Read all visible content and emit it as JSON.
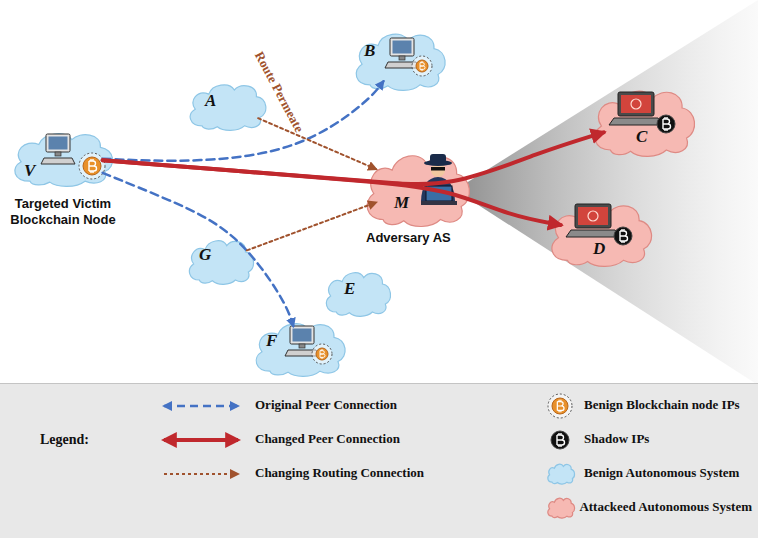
{
  "diagram": {
    "nodes": [
      {
        "text": [
          "V",
          "Targeted Victim Blockchain Node"
        ]
      },
      {
        "text": [
          "A"
        ]
      },
      {
        "text": [
          "B"
        ]
      },
      {
        "text": [
          "G"
        ]
      },
      {
        "text": [
          "M",
          "Adversary AS"
        ]
      },
      {
        "text": [
          "E"
        ]
      },
      {
        "text": [
          "F"
        ]
      },
      {
        "text": [
          "C"
        ]
      },
      {
        "text": [
          "D"
        ]
      }
    ],
    "edges": [
      {
        "from": 0,
        "to": 2,
        "arrow": "to"
      },
      {
        "from": 0,
        "to": 6,
        "arrow": "to"
      },
      {
        "from": 0,
        "to": 7,
        "arrow": "to"
      },
      {
        "from": 0,
        "to": 8,
        "arrow": "to"
      },
      {
        "from": 1,
        "to": 4,
        "label": "Route Permeate",
        "arrow": "to"
      },
      {
        "from": 3,
        "to": 4,
        "arrow": "to"
      }
    ],
    "labels": [
      "Legend:"
    ],
    "legend": [
      {
        "text": "Original Peer Connection"
      },
      {
        "text": "Changed Peer Connection"
      },
      {
        "text": "Changing Routing Connection"
      },
      {
        "text": "Benign Blockchain node IPs"
      },
      {
        "text": "Shadow IPs"
      },
      {
        "text": "Benign Autonomous System"
      },
      {
        "text": "Attackeed Autonomous System"
      }
    ]
  }
}
